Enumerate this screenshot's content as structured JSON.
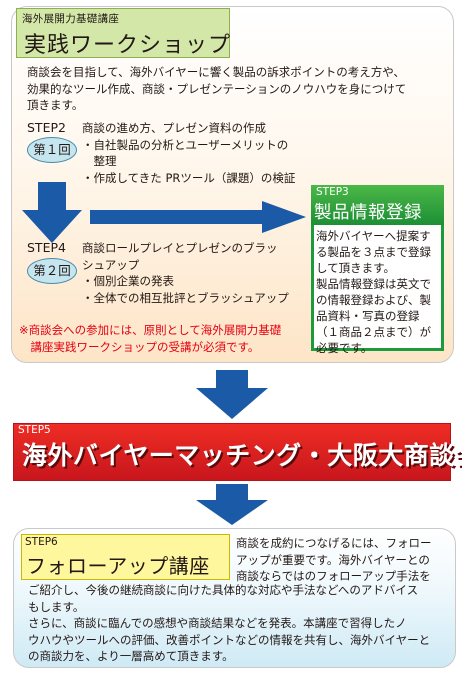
{
  "workshop": {
    "course_label": "海外展開力基礎講座",
    "title": "実践ワークショップ",
    "intro": [
      "商談会を目指して、海外バイヤーに響く製品の訴求ポイントの考え方や、",
      "効果的なツール作成、商談・プレゼンテーションのノウハウを身につけて",
      "頂きます。"
    ]
  },
  "step2": {
    "label": "STEP2",
    "session": "第１回",
    "lines": [
      "商談の進め方、プレゼン資料の作成",
      "・自社製品の分析とユーザーメリットの",
      "　整理",
      "・作成してきた PRツール（課題）の検証"
    ]
  },
  "step3": {
    "label": "STEP3",
    "title": "製品情報登録",
    "lines": [
      "海外バイヤーへ提案す",
      "る製品を３点まで登録",
      "して頂きます。",
      "製品情報登録は英文で",
      "の情報登録および、製",
      "品資料・写真の登録",
      "（１商品２点まで）が",
      "必要です。"
    ]
  },
  "step4": {
    "label": "STEP4",
    "session": "第２回",
    "lines": [
      "商談ロールプレイとプレゼンのブラッ",
      "シュアップ",
      "・個別企業の発表",
      "・全体での相互批評とブラッシュアップ"
    ]
  },
  "note": [
    "※商談会への参加には、原則として海外展開力基礎",
    "　講座実践ワークショップの受講が必須です。"
  ],
  "step5": {
    "label": "STEP5",
    "title": "海外バイヤーマッチング・大阪大商談会"
  },
  "step6": {
    "label": "STEP6",
    "title": "フォローアップ講座",
    "right_lines": [
      "商談を成約につなげるには、フォロー",
      "アップが重要です。海外バイヤーとの",
      "商談ならではのフォローアップ手法を"
    ],
    "full_lines": [
      "ご紹介し、今後の継続商談に向けた具体的な対応や手法などへのアドバイス",
      "もします。",
      "さらに、商談に臨んでの感想や商談結果などを発表。本講座で習得したノ",
      "ウハウやツールへの評価、改善ポイントなどの情報を共有し、海外バイヤーと",
      "の商談力を、より一層高めて頂きます。"
    ]
  },
  "colors": {
    "arrow_blue": "#1a5aa6",
    "step3_green": "#1d9a3c",
    "banner_red": "#e60012",
    "title_green": "#d3e8a8",
    "title_yellow": "#fff79e"
  }
}
